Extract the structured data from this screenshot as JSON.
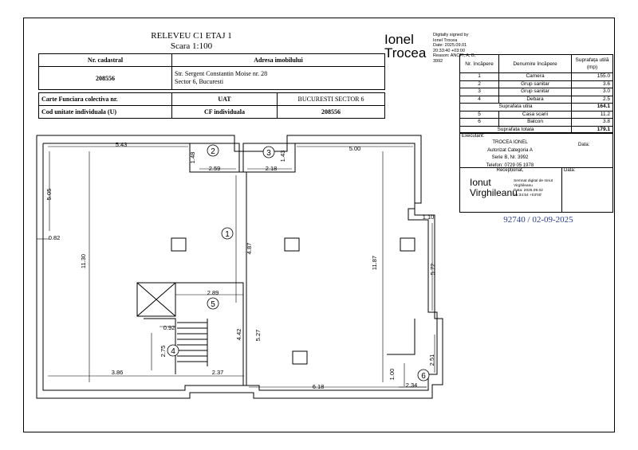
{
  "title": {
    "line1": "RELEVEU C1 ETAJ 1",
    "line2": "Scara 1:100"
  },
  "cadastral_table": {
    "nr_cadastral_label": "Nr. cadastral",
    "adresa_label": "Adresa imobilului",
    "nr_cadastral_value": "208556",
    "adresa_line1": "Str. Sergent Constantin Moise nr. 28",
    "adresa_line2": "Sector 6, Bucuresti",
    "carte_funciara_label": "Carte Funciara colectiva nr.",
    "uat_label": "UAT",
    "uat_value": "BUCURESTI SECTOR 6",
    "cod_unitate_label": "Cod unitate individuala (U)",
    "cf_label": "CF individuala",
    "cf_value": "208556"
  },
  "signature_top": {
    "name_line1": "Ionel",
    "name_line2": "Trocea",
    "lines": [
      "Digitally signed by",
      "Ionel Trocea",
      "Date: 2025.09.01",
      "20:33:40 +03:00",
      "Reason: ANCPI, A, B,",
      "3992"
    ]
  },
  "rooms_table": {
    "headers": [
      "Nr. încăpere",
      "Denumire încăpere",
      "Suprafața utilă (mp)"
    ],
    "rows": [
      {
        "nr": "1",
        "name": "Camera",
        "area": "155.0"
      },
      {
        "nr": "2",
        "name": "Grup sanitar",
        "area": "3.6"
      },
      {
        "nr": "3",
        "name": "Grup sanitar",
        "area": "3.0"
      },
      {
        "nr": "4",
        "name": "Debara",
        "area": "2.5"
      }
    ],
    "util_label": "Suprafata utila",
    "util_value": "164.1",
    "rows2": [
      {
        "nr": "5",
        "name": "Casa scarii",
        "area": "11.2"
      },
      {
        "nr": "6",
        "name": "Balcon",
        "area": "3.8"
      }
    ],
    "total_label": "Suprafata totala",
    "total_value": "179.1"
  },
  "executant": {
    "label": "Executant:",
    "date_label": "Data:",
    "lines": [
      "TROCEA IONEL",
      "Autorizat Categoria A",
      "Serie B, Nr. 3992",
      "Telefon: 0729 05 1978"
    ],
    "receptionat_label": "Recepționat,",
    "date2_label": "Data:"
  },
  "signature_bottom": {
    "name_line1": "Ionut",
    "name_line2": "Virghileanu",
    "lines": [
      "Semnat digital de Ionut",
      "Virghileanu",
      "Data: 2025.09.02",
      "15:34:54 +03'00'"
    ]
  },
  "footer": {
    "registration": "92740 / 02-09-2025"
  },
  "plan": {
    "dims": {
      "d543": "5.43",
      "d500": "5.00",
      "d148": "1.48",
      "d259": "2.59",
      "d218": "2.18",
      "d143": "1.43",
      "d505": "5.05",
      "d110": "1.10",
      "d082": "0.82",
      "d1130": "11.30",
      "d487": "4.87",
      "d1187": "11.87",
      "d572": "5.72",
      "d289": "2.89",
      "d092": "0.92",
      "d442": "4.42",
      "d527": "5.27",
      "d275": "2.75",
      "d386": "3.86",
      "d237": "2.37",
      "d618": "6.18",
      "d100": "1.00",
      "d234": "2.34",
      "d251": "2.51"
    },
    "room_labels": {
      "r1": "1",
      "r2": "2",
      "r3": "3",
      "r4": "4",
      "r5": "5",
      "r6": "6"
    }
  }
}
